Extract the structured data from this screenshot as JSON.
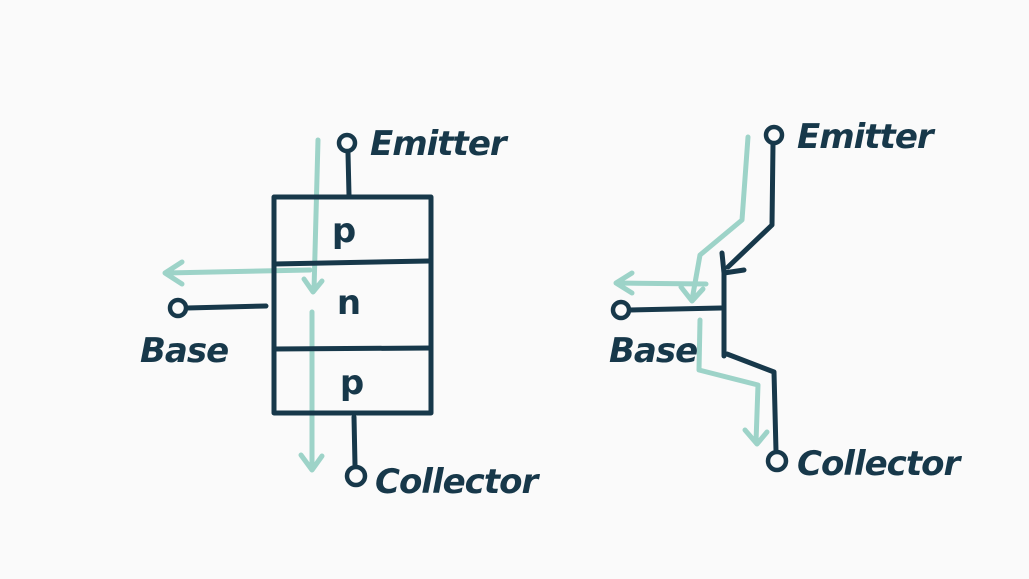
{
  "colors": {
    "background": "#fafafa",
    "ink": "#17384a",
    "current_flow": "#9dd3c8"
  },
  "layer_diagram": {
    "regions": [
      "p",
      "n",
      "p"
    ],
    "emitter_label": "Emitter",
    "base_label": "Base",
    "collector_label": "Collector"
  },
  "symbol_diagram": {
    "emitter_label": "Emitter",
    "base_label": "Base",
    "collector_label": "Collector"
  }
}
